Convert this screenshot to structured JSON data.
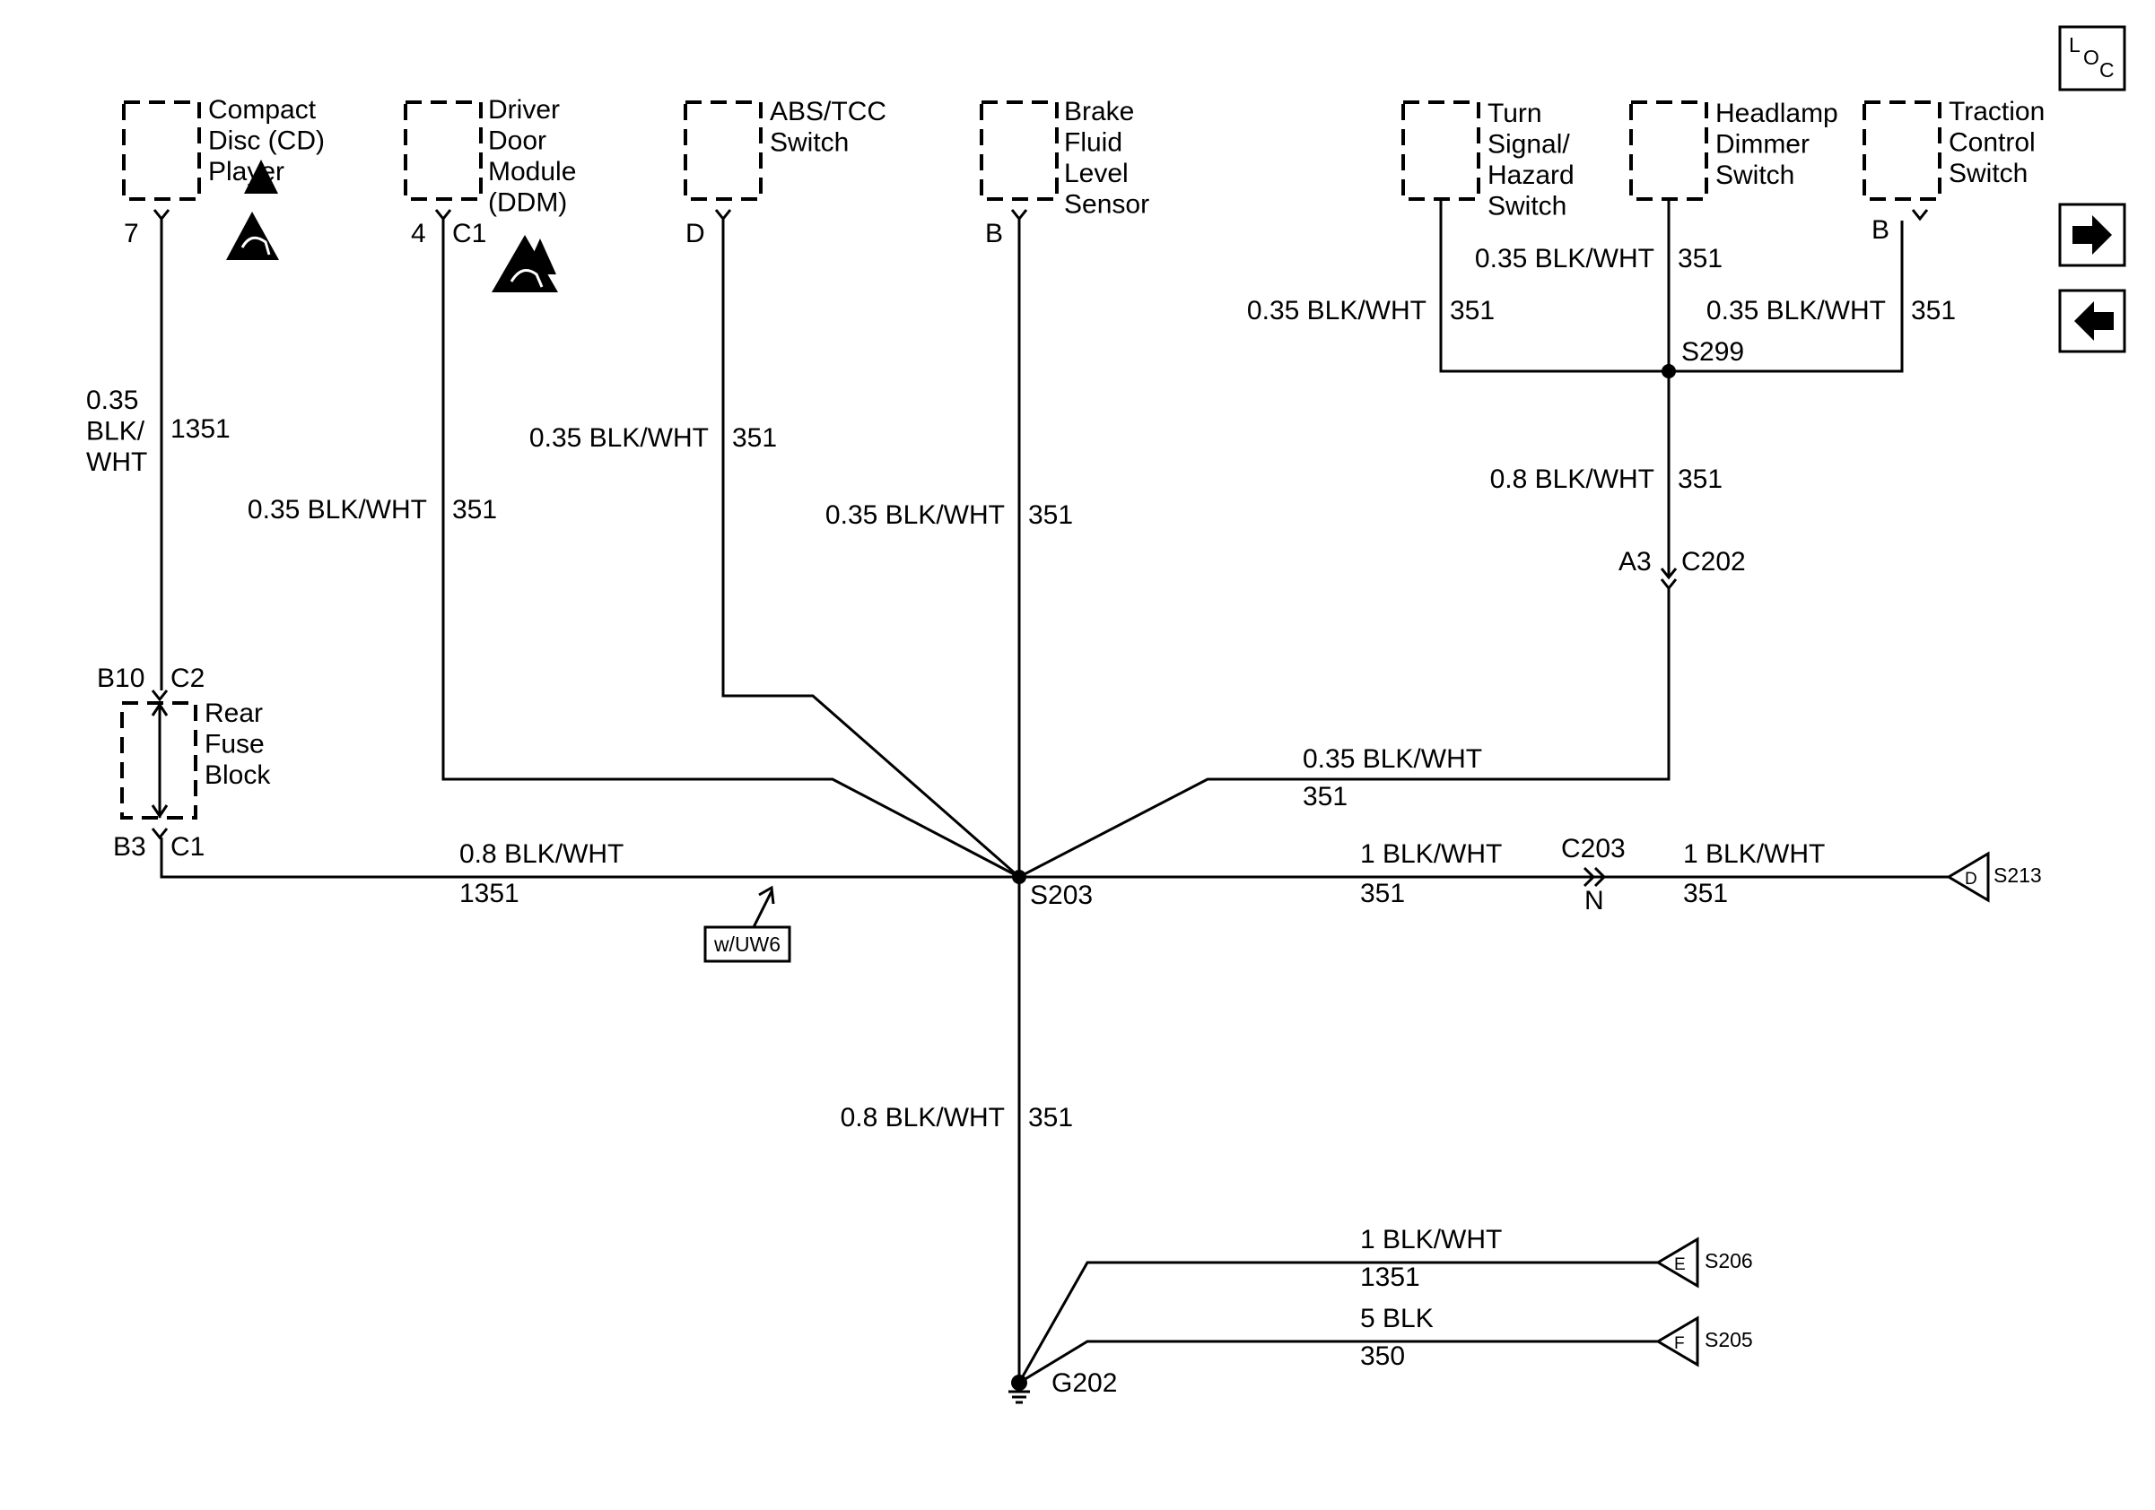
{
  "components": {
    "cd_player": {
      "name": "Compact\nDisc (CD)\nPlayer",
      "pin": "7"
    },
    "ddm": {
      "name": "Driver\nDoor\nModule\n(DDM)",
      "pin": "4",
      "connector": "C1"
    },
    "abs_tcc": {
      "name": "ABS/TCC\nSwitch",
      "pin": "D"
    },
    "brake_fluid": {
      "name": "Brake\nFluid\nLevel\nSensor",
      "pin": "B"
    },
    "turn_signal": {
      "name": "Turn\nSignal/\nHazard\nSwitch"
    },
    "headlamp_dimmer": {
      "name": "Headlamp\nDimmer\nSwitch"
    },
    "traction_control": {
      "name": "Traction\nControl\nSwitch",
      "pin": "B"
    },
    "rear_fuse_block": {
      "name": "Rear\nFuse\nBlock",
      "top_pin": "B10",
      "top_conn": "C2",
      "bottom_pin": "B3",
      "bottom_conn": "C1"
    }
  },
  "wires": {
    "cd": {
      "gauge": "0.35\nBLK/\nWHT",
      "circuit": "1351"
    },
    "ddm": {
      "gauge": "0.35 BLK/WHT",
      "circuit": "351"
    },
    "abs": {
      "gauge": "0.35 BLK/WHT",
      "circuit": "351"
    },
    "brake": {
      "gauge": "0.35 BLK/WHT",
      "circuit": "351"
    },
    "turn": {
      "gauge": "0.35 BLK/WHT",
      "circuit": "351"
    },
    "headlamp": {
      "gauge": "0.35 BLK/WHT",
      "circuit": "351"
    },
    "traction": {
      "gauge": "0.35 BLK/WHT",
      "circuit": "351"
    },
    "s299_down": {
      "gauge": "0.8 BLK/WHT",
      "circuit": "351"
    },
    "c202_to_s203": {
      "gauge": "0.35 BLK/WHT",
      "circuit": "351"
    },
    "fuse_to_s203": {
      "gauge": "0.8 BLK/WHT",
      "circuit": "1351"
    },
    "s203_to_c203": {
      "gauge": "1 BLK/WHT",
      "circuit": "351"
    },
    "c203_to_s213": {
      "gauge": "1 BLK/WHT",
      "circuit": "351"
    },
    "s203_to_g202": {
      "gauge": "0.8 BLK/WHT",
      "circuit": "351"
    },
    "s206": {
      "gauge": "1 BLK/WHT",
      "circuit": "1351"
    },
    "s205": {
      "gauge": "5 BLK",
      "circuit": "350"
    }
  },
  "splices": {
    "s299": "S299",
    "s203": "S203",
    "g202": "G202"
  },
  "connectors": {
    "c202": {
      "pin": "A3",
      "name": "C202"
    },
    "c203": {
      "name": "C203",
      "pin": "N"
    }
  },
  "option_note": "w/UW6",
  "offpage": {
    "s213": {
      "letter": "D",
      "label": "S213"
    },
    "s206": {
      "letter": "E",
      "label": "S206"
    },
    "s205": {
      "letter": "F",
      "label": "S205"
    }
  },
  "nav": {
    "loc": {
      "l": "L",
      "o": "O",
      "c": "C"
    },
    "next_icon": "right-arrow-icon",
    "prev_icon": "left-arrow-icon"
  },
  "icons": {
    "esd": "esd-warning-icon"
  }
}
